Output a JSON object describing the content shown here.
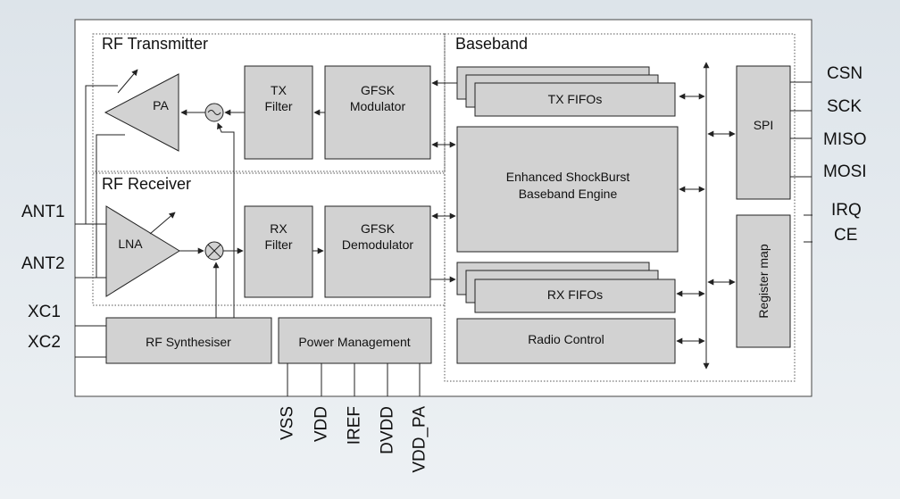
{
  "sections": {
    "rf_transmitter": "RF Transmitter",
    "rf_receiver": "RF Receiver",
    "baseband": "Baseband"
  },
  "blocks": {
    "pa": "PA",
    "lna": "LNA",
    "tx_filter": [
      "TX",
      "Filter"
    ],
    "rx_filter": [
      "RX",
      "Filter"
    ],
    "gfsk_modulator": [
      "GFSK",
      "Modulator"
    ],
    "gfsk_demodulator": [
      "GFSK",
      "Demodulator"
    ],
    "tx_fifos": "TX FIFOs",
    "rx_fifos": "RX FIFOs",
    "engine": [
      "Enhanced ShockBurst",
      "Baseband Engine"
    ],
    "radio_control": "Radio Control",
    "spi": "SPI",
    "register_map": "Register map",
    "rf_synthesiser": "RF Synthesiser",
    "power_management": "Power Management"
  },
  "pins": {
    "left": [
      "ANT1",
      "ANT2",
      "XC1",
      "XC2"
    ],
    "right": [
      "CSN",
      "SCK",
      "MISO",
      "MOSI",
      "IRQ",
      "CE"
    ],
    "bottom": [
      "VSS",
      "VDD",
      "IREF",
      "DVDD",
      "VDD_PA"
    ]
  },
  "colors": {
    "block_fill": "#d2d2d2",
    "line": "#222222",
    "background": "#e6ebef"
  }
}
